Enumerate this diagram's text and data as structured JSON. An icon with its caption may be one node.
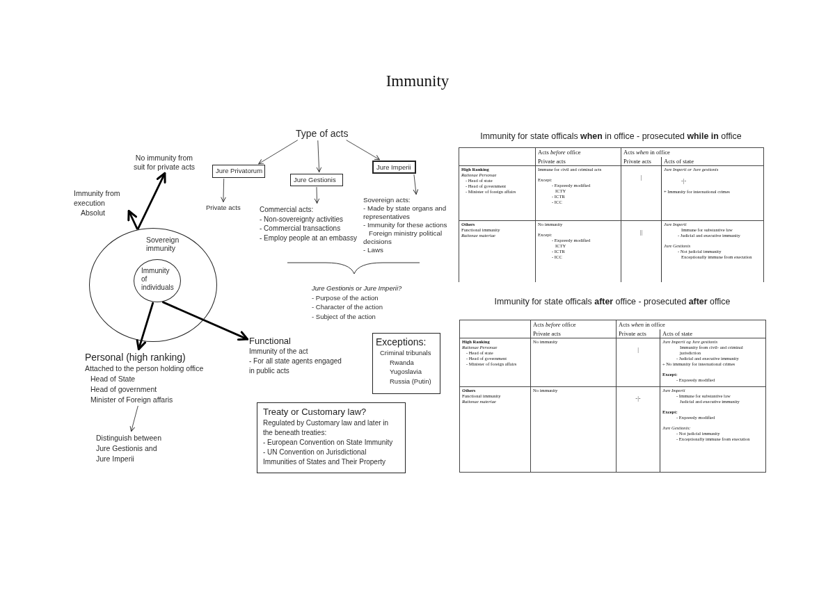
{
  "diagram": {
    "title": "Immunity",
    "nodes": [
      {
        "text": [
          "Sovereign immunity"
        ]
      },
      {
        "text": [
          "Immunity of individuals"
        ],
        "in": 0
      },
      {
        "text": [
          "No immunity from suit for private acts"
        ]
      },
      {
        "text": [
          "Immunity from execution",
          "Absolut"
        ]
      },
      {
        "text": [
          "Type of acts"
        ]
      },
      {
        "text": [
          "Jure Privatorum"
        ]
      },
      {
        "text": [
          "Jure Gestionis"
        ]
      },
      {
        "text": [
          "Jure Imperii"
        ]
      },
      {
        "text": [
          "Private acts"
        ]
      },
      {
        "text": [
          "Commercial acts:",
          "- Non-sovereignty activities",
          "- Commercial transactions",
          "- Employ people at an embassy"
        ]
      },
      {
        "text": [
          "Sovereign acts:",
          "- Made by state organs and representatives",
          "- Immunity for these actions",
          "Foreign ministry political decisions",
          "- Laws"
        ]
      },
      {
        "text": [
          "Personal (high ranking)",
          "Attached to the person holding office",
          "Head of State",
          "Head of government",
          "Minister of Foreign affaris"
        ]
      },
      {
        "text": [
          "Functional",
          "Immunity of the act",
          "- For all state agents engaged in public acts"
        ]
      },
      {
        "text": [
          "Distinguish between Jure Gestionis and Jure Imperii"
        ]
      },
      {
        "text": [
          "Exceptions:",
          "Criminal tribunals",
          "Rwanda",
          "Yugoslavia",
          "Russia (Putin)"
        ]
      },
      {
        "text": [
          "Treaty or Customary law?",
          "Regulated by Customary law and later in the beneath treaties:",
          "- European Convention on State Immunity",
          "- UN Convention on Jurisdictional Immunities of States and Their Property"
        ]
      }
    ],
    "edges": [
      {
        "from": 0,
        "to": 3,
        "arrow": "to",
        "style": "thick"
      },
      {
        "from": 0,
        "to": 2,
        "arrow": "to",
        "style": "thick"
      },
      {
        "from": 1,
        "to": 11,
        "arrow": "to",
        "style": "thick"
      },
      {
        "from": 1,
        "to": 12,
        "arrow": "to",
        "style": "thick"
      },
      {
        "from": 4,
        "to": 5,
        "arrow": "to"
      },
      {
        "from": 4,
        "to": 6,
        "arrow": "to"
      },
      {
        "from": 4,
        "to": 7,
        "arrow": "to"
      },
      {
        "from": 5,
        "to": 8,
        "arrow": "to"
      },
      {
        "from": 6,
        "to": 9,
        "arrow": "to"
      },
      {
        "from": 7,
        "to": 10,
        "arrow": "to"
      },
      {
        "from": 11,
        "to": 13,
        "arrow": "to"
      }
    ],
    "labels": [
      "Jure Gestionis or Jure Imperii?",
      "- Purpose of the action",
      "- Character of the action",
      "- Subject of the action",
      "Immunity for state officals **when** in office - prosecuted **while in** office",
      "Acts *before* office",
      "Acts *when* in office",
      "Private acts",
      "Private acts",
      "Acts of state",
      "High Ranking",
      "Rationae Personae",
      "- Head of state",
      "- Head of government",
      "- Minister of foreign affairs",
      "Immune for civil and criminal acts",
      "Except:",
      "- Expressly modified",
      "ICTY",
      "- ICTR",
      "- ICC",
      "|",
      "Jure Imperii or Jure gestionis",
      "-|-",
      "+ Immunity for international crimes",
      "Others",
      "Functional immunity",
      "Rationae materiae",
      "No immunity",
      "Except:",
      "- Expressly modified",
      "ICTY",
      "- ICTR",
      "- ICC",
      "||",
      "Jure Imperii",
      "Immune for substantive law",
      "- Judicial and executive immunity",
      "Jure Gestionis",
      "- Not judicial immunity",
      "Exceptionally immune from execution",
      "Immunity for state officals **after** office - prosecuted **after** office",
      "Acts *before* office",
      "Acts *when* in office",
      "Private acts",
      "Private acts",
      "Acts of state",
      "High Ranking",
      "Rationae Personae",
      "- Head of state",
      "- Head of government",
      "- Minister of foreign affairs",
      "No immunity",
      "|",
      "Jure Imperii og Jure gestionis",
      "Immunity from civil- and criminal jurisdiction",
      "- Judicial and executive immunity",
      "÷ No immunity for international crimes",
      "Except:",
      "- Expressly modified",
      "Others",
      "Functional immunity",
      "Rationae materiae",
      "No immunity",
      "-|-",
      "Jure Imperii",
      "- Immune for substantive law",
      "Judicial and executive immunity",
      "Except:",
      "- Expressly modified",
      "Jure Gestionis:",
      "- Not judicial immunity",
      "- Exceptionally immune from execution"
    ]
  }
}
